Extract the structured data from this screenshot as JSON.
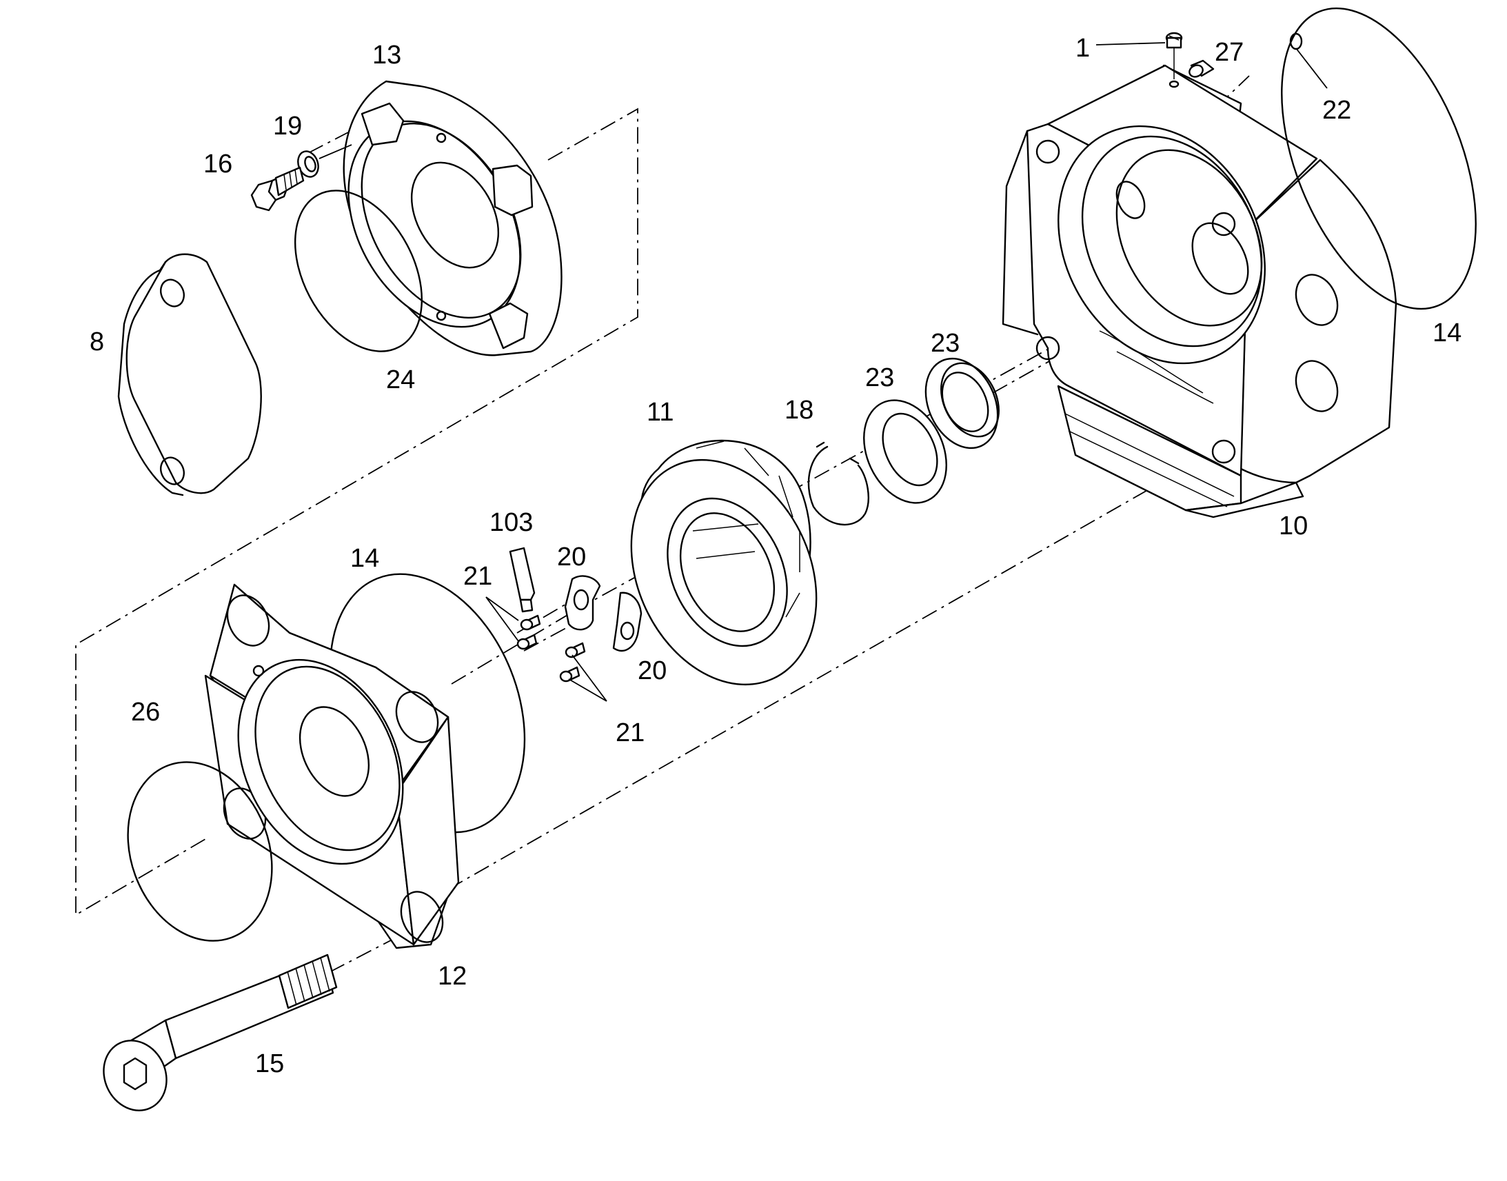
{
  "diagram": {
    "style": "exploded-view line drawing",
    "line_color": "#000000",
    "background": "#ffffff",
    "callouts": {
      "c1": "1",
      "c27": "27",
      "c22": "22",
      "c13": "13",
      "c19": "19",
      "c16": "16",
      "c8": "8",
      "c24": "24",
      "c14a": "14",
      "c14b": "14",
      "c23a": "23",
      "c23b": "23",
      "c18": "18",
      "c11": "11",
      "c10": "10",
      "c103": "103",
      "c20a": "20",
      "c20b": "20",
      "c21a": "21",
      "c21b": "21",
      "c26": "26",
      "c12": "12",
      "c15": "15"
    }
  }
}
